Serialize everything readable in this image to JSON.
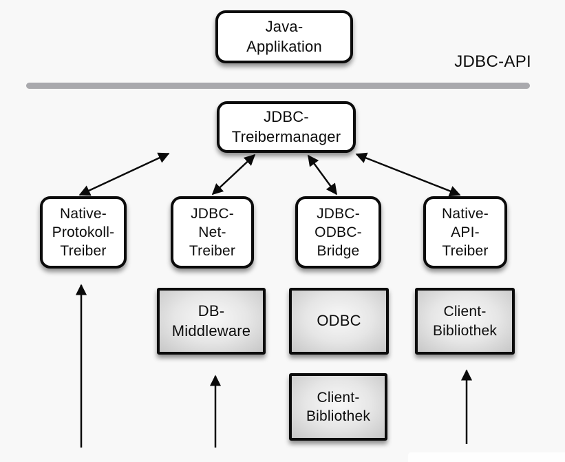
{
  "labels": {
    "jdbc_api": "JDBC-API"
  },
  "nodes": {
    "java_applikation": {
      "label": "Java-\nApplikation"
    },
    "jdbc_treibermanager": {
      "label": "JDBC-\nTreibermanager"
    },
    "native_protokoll_treiber": {
      "label": "Native-\nProtokoll-\nTreiber"
    },
    "jdbc_net_treiber": {
      "label": "JDBC-\nNet-\nTreiber"
    },
    "jdbc_odbc_bridge": {
      "label": "JDBC-\nODBC-\nBridge"
    },
    "native_api_treiber": {
      "label": "Native-\nAPI-\nTreiber"
    },
    "db_middleware": {
      "label": "DB-\nMiddleware"
    },
    "odbc": {
      "label": "ODBC"
    },
    "client_bibliothek_native": {
      "label": "Client-\nBibliothek"
    },
    "client_bibliothek_odbc": {
      "label": "Client-\nBibliothek"
    }
  },
  "connections": [
    {
      "from": "jdbc-treibermanager",
      "to": "native-protokoll-treiber",
      "type": "bidirectional-arrow"
    },
    {
      "from": "jdbc-treibermanager",
      "to": "jdbc-net-treiber",
      "type": "bidirectional-arrow"
    },
    {
      "from": "jdbc-treibermanager",
      "to": "jdbc-odbc-bridge",
      "type": "bidirectional-arrow"
    },
    {
      "from": "jdbc-treibermanager",
      "to": "native-api-treiber",
      "type": "bidirectional-arrow"
    },
    {
      "from": "bottom-edge",
      "to": "native-protokoll-treiber",
      "type": "up-arrow"
    },
    {
      "from": "bottom-edge",
      "to": "db-middleware",
      "type": "up-arrow"
    },
    {
      "from": "bottom-edge",
      "to": "client-bibliothek-native",
      "type": "up-arrow"
    }
  ],
  "colors": {
    "background": "#f8f8f8",
    "box_fill": "#ffffff",
    "box_border": "#0b0b0b",
    "gray_box_center": "#f8f8f8",
    "gray_box_edge": "#c7c7c7",
    "divider": "#a9a9ad",
    "arrow": "#0a0a0a",
    "text": "#0d0d0d"
  }
}
